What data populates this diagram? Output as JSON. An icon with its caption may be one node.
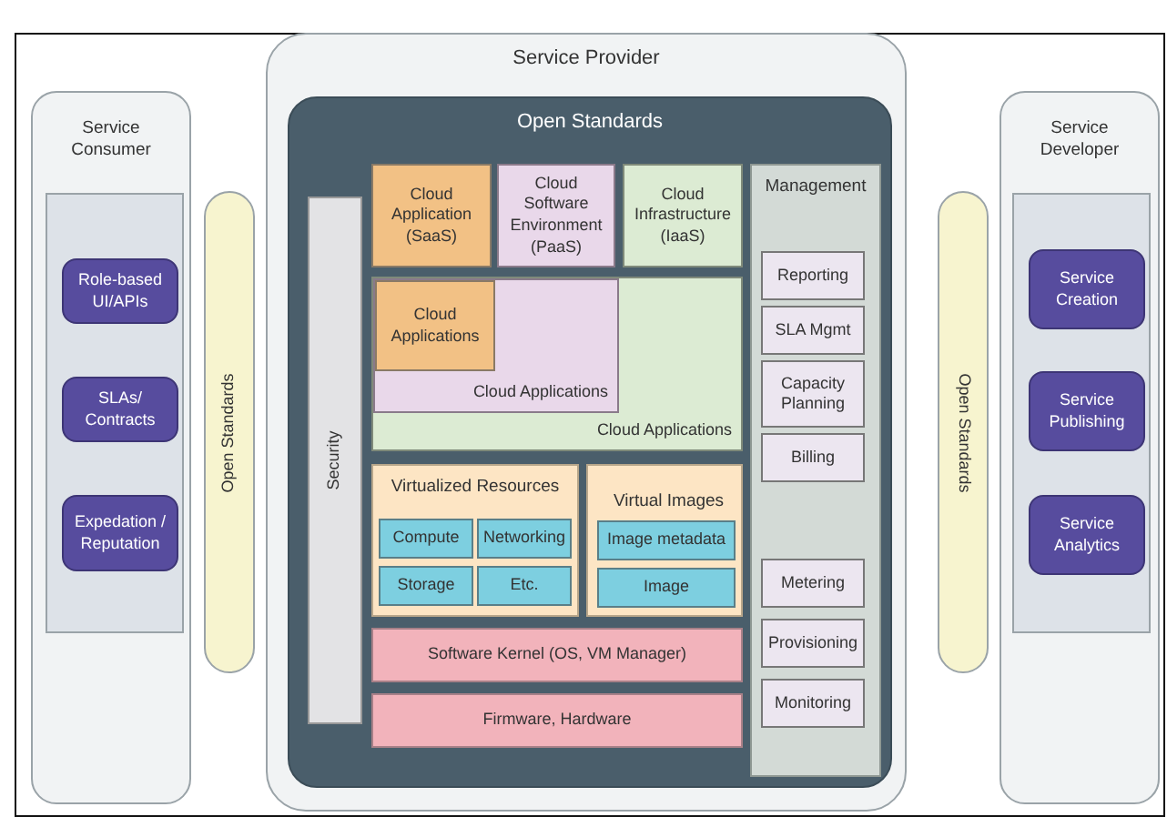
{
  "diagram": {
    "nodes": [
      {
        "text": [
          "Service Consumer"
        ]
      },
      {
        "text": [],
        "shape": "box",
        "in": 0
      },
      {
        "text": [
          "Role-based UI/APIs"
        ],
        "in": 1
      },
      {
        "text": [
          "SLAs/ Contracts"
        ],
        "in": 1
      },
      {
        "text": [
          "Expedation / Reputation"
        ],
        "in": 1
      },
      {
        "text": [
          "Open Standards"
        ]
      },
      {
        "text": [
          "Service Provider"
        ]
      },
      {
        "text": [
          "Open Standards"
        ],
        "in": 6
      },
      {
        "text": [
          "Security"
        ],
        "in": 7
      },
      {
        "text": [
          "Cloud Application (SaaS)"
        ],
        "in": 7
      },
      {
        "text": [
          "Cloud Software Environment (PaaS)"
        ],
        "in": 7
      },
      {
        "text": [
          "Cloud Infrastructure (IaaS)"
        ],
        "in": 7
      },
      {
        "text": [
          "Cloud Applications"
        ],
        "in": 7
      },
      {
        "text": [
          "Cloud Applications"
        ],
        "in": 12
      },
      {
        "text": [
          "Cloud Applications"
        ],
        "in": 13
      },
      {
        "text": [
          "Virtualized Resources"
        ],
        "in": 7
      },
      {
        "text": [
          "Compute"
        ],
        "in": 15
      },
      {
        "text": [
          "Networking"
        ],
        "in": 15
      },
      {
        "text": [
          "Storage"
        ],
        "in": 15
      },
      {
        "text": [
          "Etc."
        ],
        "in": 15
      },
      {
        "text": [
          "Virtual Images"
        ],
        "in": 7
      },
      {
        "text": [
          "Image metadata"
        ],
        "in": 20
      },
      {
        "text": [
          "Image"
        ],
        "in": 20
      },
      {
        "text": [
          "Software Kernel (OS, VM Manager)"
        ],
        "in": 7
      },
      {
        "text": [
          "Firmware, Hardware"
        ],
        "in": 7
      },
      {
        "text": [
          "Management"
        ],
        "in": 7
      },
      {
        "text": [
          "Reporting"
        ],
        "in": 25
      },
      {
        "text": [
          "SLA Mgmt"
        ],
        "in": 25
      },
      {
        "text": [
          "Capacity Planning"
        ],
        "in": 25
      },
      {
        "text": [
          "Billing"
        ],
        "in": 25
      },
      {
        "text": [
          "Metering"
        ],
        "in": 25
      },
      {
        "text": [
          "Provisioning"
        ],
        "in": 25
      },
      {
        "text": [
          "Monitoring"
        ],
        "in": 25
      },
      {
        "text": [
          "Open Standards"
        ]
      },
      {
        "text": [
          "Service Developer"
        ]
      },
      {
        "text": [],
        "shape": "box",
        "in": 34
      },
      {
        "text": [
          "Service Creation"
        ],
        "in": 35
      },
      {
        "text": [
          "Service Publishing"
        ],
        "in": 35
      },
      {
        "text": [
          "Service Analytics"
        ],
        "in": 35
      }
    ],
    "edges": []
  }
}
